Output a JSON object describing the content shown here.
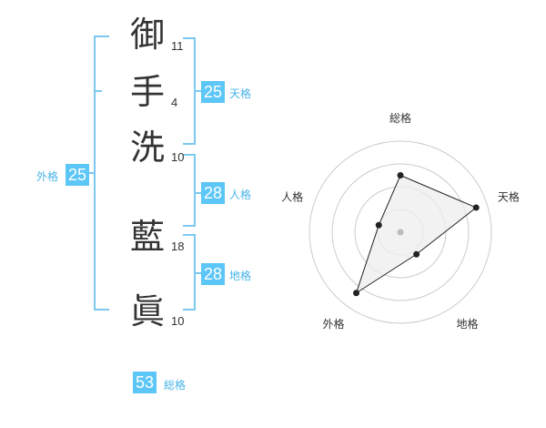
{
  "name_chars": [
    {
      "char": "御",
      "strokes": "11"
    },
    {
      "char": "手",
      "strokes": "4"
    },
    {
      "char": "洗",
      "strokes": "10"
    },
    {
      "char": "藍",
      "strokes": "18"
    },
    {
      "char": "眞",
      "strokes": "10"
    }
  ],
  "scores": {
    "tenkaku": {
      "value": "25",
      "label": "天格"
    },
    "jinkaku": {
      "value": "28",
      "label": "人格"
    },
    "chikaku": {
      "value": "28",
      "label": "地格"
    },
    "gaikaku": {
      "value": "25",
      "label": "外格"
    },
    "soukaku": {
      "value": "53",
      "label": "総格"
    }
  },
  "radar": {
    "axes": [
      "総格",
      "天格",
      "地格",
      "外格",
      "人格"
    ],
    "levels": 4,
    "max": 4,
    "values": [
      2.5,
      3.5,
      1.2,
      3.3,
      1.0
    ],
    "colors": {
      "ring": "#cccccc",
      "fill": "#eeeeee",
      "line": "#222222",
      "point": "#222222",
      "center": "#bbbbbb"
    }
  },
  "colors": {
    "accent": "#5cc6f6",
    "bracket": "#7cc8f0",
    "label": "#49b4e8"
  }
}
